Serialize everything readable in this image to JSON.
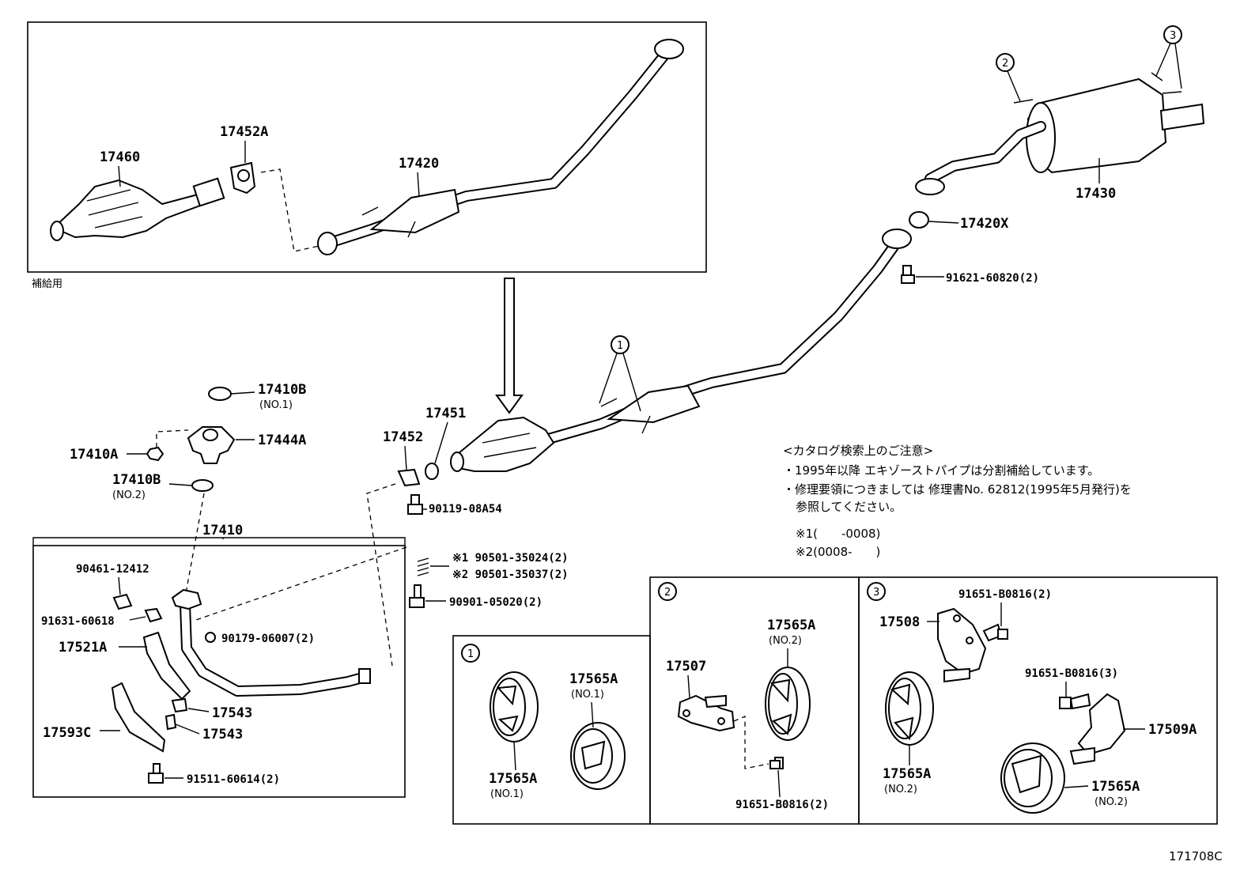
{
  "inset_caption": "補給用",
  "figure_code": "171708C",
  "callouts": {
    "c1": "1",
    "c2": "2",
    "c3": "3"
  },
  "parts": {
    "p17460": "17460",
    "p17452A": "17452A",
    "p17420_top": "17420",
    "p17430": "17430",
    "p17420X": "17420X",
    "p91621": "91621-60820(2)",
    "p17410B_1": "17410B",
    "no1_a": "(NO.1)",
    "p17444A": "17444A",
    "p17410A": "17410A",
    "p17410B_2": "17410B",
    "no2_a": "(NO.2)",
    "p17410": "17410",
    "p17451": "17451",
    "p17452": "17452",
    "p90119": "90119-08A54",
    "p90501a": "※1 90501-35024(2)",
    "p90501b": "※2 90501-35037(2)",
    "p90901": "90901-05020(2)",
    "p90461": "90461-12412",
    "p91631": "91631-60618",
    "p90179": "90179-06007(2)",
    "p17521A": "17521A",
    "p17543a": "17543",
    "p17543b": "17543",
    "p17593C": "17593C",
    "p91511": "91511-60614(2)",
    "b1_17565A_top": "17565A",
    "b1_no1_top": "(NO.1)",
    "b1_17565A_bot": "17565A",
    "b1_no1_bot": "(NO.1)",
    "b2_17507": "17507",
    "b2_17565A": "17565A",
    "b2_no2": "(NO.2)",
    "b2_91651": "91651-B0816(2)",
    "b3_17508": "17508",
    "b3_91651a": "91651-B0816(2)",
    "b3_91651b": "91651-B0816(3)",
    "b3_17509A": "17509A",
    "b3_17565A_l": "17565A",
    "b3_no2_l": "(NO.2)",
    "b3_17565A_r": "17565A",
    "b3_no2_r": "(NO.2)"
  },
  "notes": {
    "heading": "<カタログ検索上のご注意>",
    "line1": "・1995年以降 エキゾーストパイプは分割補給しています。",
    "line2": "・修理要領につきましては 修理書No. 62812(1995年5月発行)を",
    "line3": "参照してください。",
    "range1": "※1(　　-0008)",
    "range2": "※2(0008-　　)"
  }
}
